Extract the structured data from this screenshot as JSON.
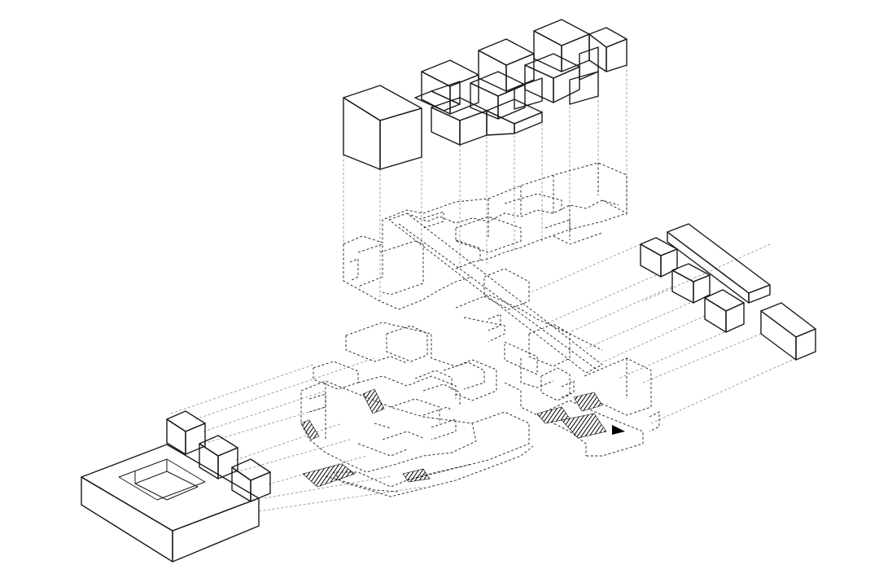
{
  "diagram": {
    "description_text": "",
    "colors": {
      "background": "#ffffff",
      "line": "#1a1a1a",
      "solid_face": "#000000",
      "light_face": "#ffffff",
      "projection_line": "#8a8a8a"
    },
    "parts": [
      "upper-cube-cluster",
      "middle-building-wireframe",
      "right-block-row",
      "left-courtyard-block",
      "lower-building-wireframe",
      "hatched-landscape-patches"
    ]
  }
}
